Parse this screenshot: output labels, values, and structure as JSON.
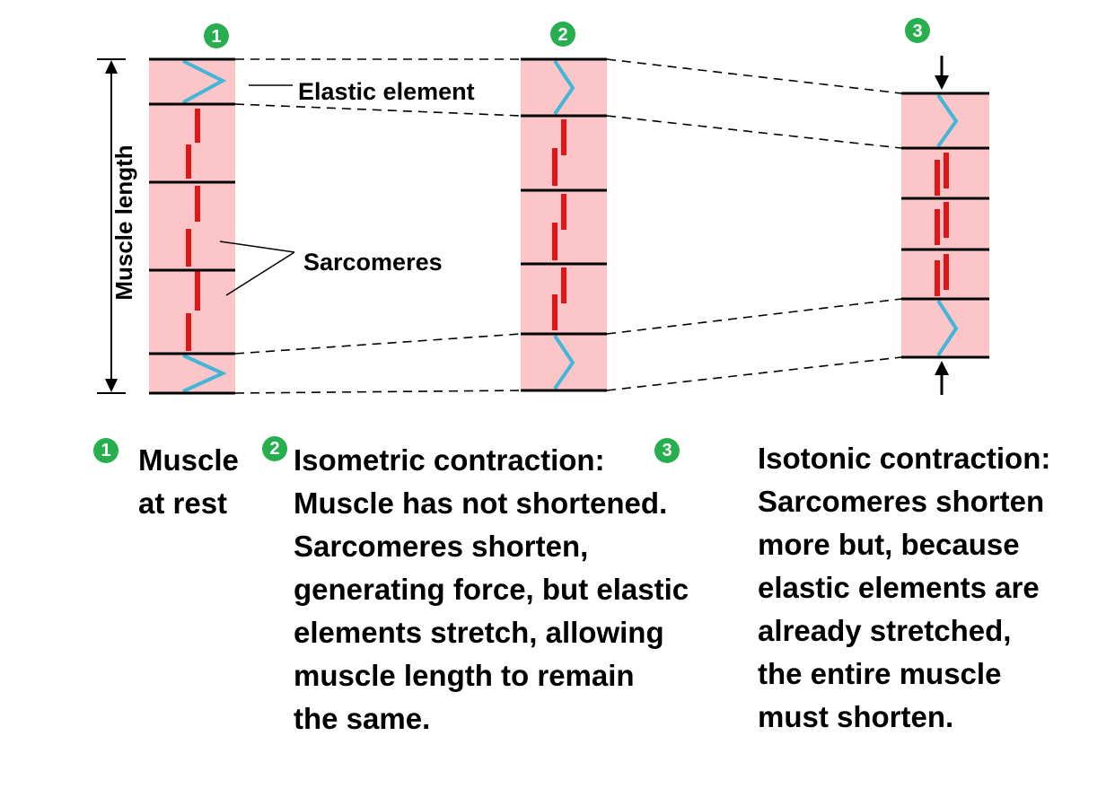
{
  "colors": {
    "fiber": "#fcc5c8",
    "elastic": "#41b6d9",
    "filament": "#e31316",
    "badge": "#27ae4f",
    "line": "#000000"
  },
  "badges": [
    "1",
    "2",
    "3"
  ],
  "labels": {
    "elastic_element": "Elastic element",
    "sarcomeres": "Sarcomeres",
    "muscle_length": "Muscle length"
  },
  "captions": [
    {
      "badge": "1",
      "lines": [
        "Muscle",
        "at rest"
      ]
    },
    {
      "badge": "2",
      "lines": [
        "Isometric contraction:",
        "Muscle has not shortened.",
        "Sarcomeres shorten,",
        "generating force, but elastic",
        "elements stretch, allowing",
        "muscle length to remain",
        "the same."
      ]
    },
    {
      "badge": "3",
      "lines": [
        "Isotonic contraction:",
        "Sarcomeres shorten",
        "more but, because",
        "elastic elements are",
        "already stretched,",
        "the entire muscle",
        "must shorten."
      ]
    }
  ]
}
